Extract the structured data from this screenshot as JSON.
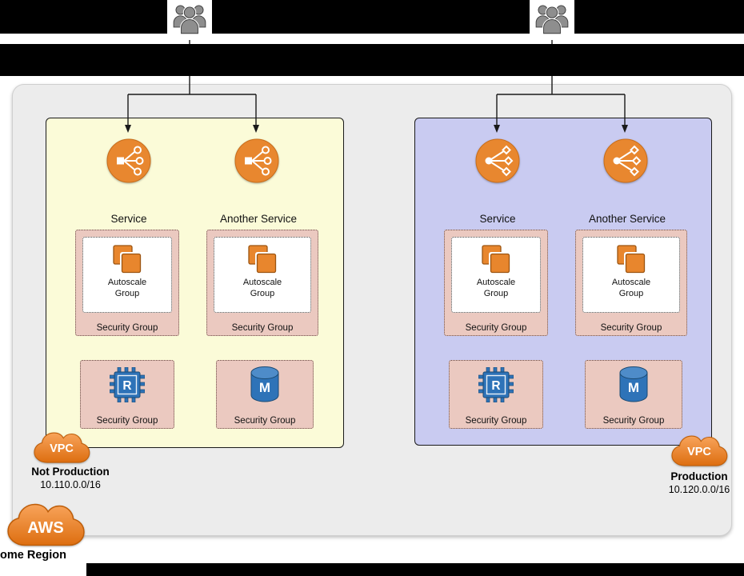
{
  "colors": {
    "aws_orange": "#E8872F",
    "security_group_pink": "#EBC9C0",
    "vpc_not_production_bg": "#FBFBD8",
    "vpc_production_bg": "#C9CBF1",
    "region_bg": "#ECECEC",
    "datastore_blue": "#2E73B8",
    "connector_black": "#1A1A1A"
  },
  "users": [
    {
      "icon": "users-group-icon"
    },
    {
      "icon": "users-group-icon"
    }
  ],
  "vpcs": [
    {
      "name": "Not Production",
      "cidr": "10.110.0.0/16",
      "cloud_badge": "VPC",
      "load_balancer_icons": [
        "classic-load-balancer-icon",
        "classic-load-balancer-icon"
      ],
      "services": [
        {
          "label": "Service",
          "autoscale_label": "Autoscale Group",
          "security_group_label": "Security Group",
          "icon": "ec2-instances-icon"
        },
        {
          "label": "Another Service",
          "autoscale_label": "Autoscale Group",
          "security_group_label": "Security Group",
          "icon": "ec2-instances-icon"
        }
      ],
      "datastores": [
        {
          "letter": "R",
          "icon": "cache-chip-icon",
          "security_group_label": "Security Group"
        },
        {
          "letter": "M",
          "icon": "database-cylinder-icon",
          "security_group_label": "Security Group"
        }
      ]
    },
    {
      "name": "Production",
      "cidr": "10.120.0.0/16",
      "cloud_badge": "VPC",
      "load_balancer_icons": [
        "application-load-balancer-icon",
        "application-load-balancer-icon"
      ],
      "services": [
        {
          "label": "Service",
          "autoscale_label": "Autoscale Group",
          "security_group_label": "Security Group",
          "icon": "ec2-instances-icon"
        },
        {
          "label": "Another Service",
          "autoscale_label": "Autoscale Group",
          "security_group_label": "Security Group",
          "icon": "ec2-instances-icon"
        }
      ],
      "datastores": [
        {
          "letter": "R",
          "icon": "cache-chip-icon",
          "security_group_label": "Security Group"
        },
        {
          "letter": "M",
          "icon": "database-cylinder-icon",
          "security_group_label": "Security Group"
        }
      ]
    }
  ],
  "footer": {
    "aws_cloud_label": "AWS",
    "region_label": "ome Region"
  }
}
